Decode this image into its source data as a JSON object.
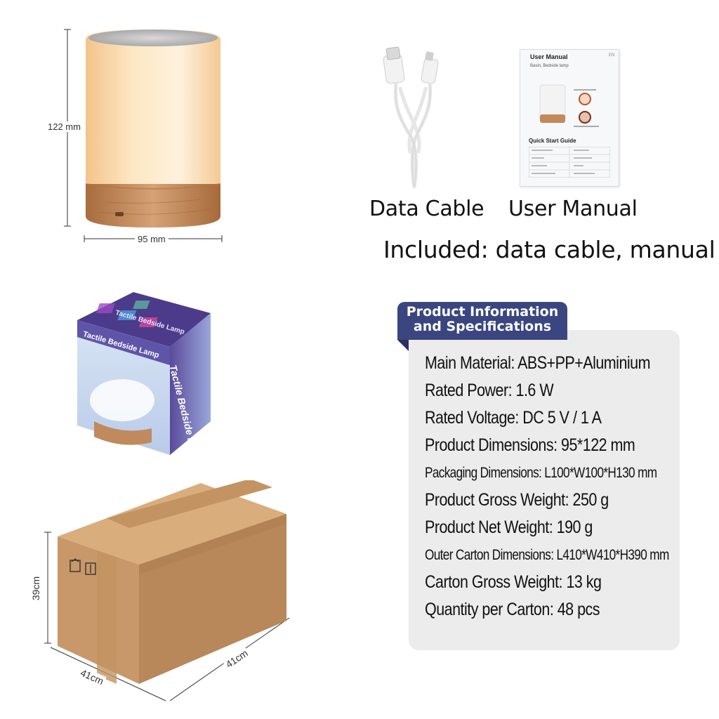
{
  "lamp": {
    "height_label": "122 mm",
    "width_label": "95 mm"
  },
  "accessories": {
    "cable_caption": "Data Cable",
    "manual_caption": "User Manual",
    "included_text": "Included: data cable, manual",
    "manual_doc": {
      "title": "User Manual",
      "subtitle": "Basin, Bedside lamp",
      "page_no": "EN",
      "quick_start": "Quick Start Guide"
    }
  },
  "gift_box": {
    "front_text": "Tactile Bedside Lamp",
    "side_text": "Tactile Bedside Lamp",
    "top_text": "Tactile Bedside Lamp"
  },
  "carton": {
    "height_label": "39cm",
    "depth_label": "41cm",
    "width_label": "41cm"
  },
  "specs": {
    "heading_line1": "Product Information",
    "heading_line2": "and Specifications",
    "items": [
      "Main Material: ABS+PP+Aluminium",
      "Rated Power: 1.6 W",
      "Rated Voltage: DC 5 V / 1 A",
      "Product Dimensions: 95*122 mm",
      "Packaging Dimensions: L100*W100*H130 mm",
      "Product Gross Weight: 250 g",
      "Product Net Weight: 190 g",
      "Outer Carton Dimensions: L410*W410*H390 mm",
      "Carton Gross Weight: 13 kg",
      "Quantity per Carton: 48 pcs"
    ]
  },
  "colors": {
    "spec_tab": "#3b4680",
    "spec_panel": "#ececec",
    "lamp_glow": "#fbe3b8",
    "wood": "#c28a5a",
    "cardboard": "#c99a68"
  }
}
